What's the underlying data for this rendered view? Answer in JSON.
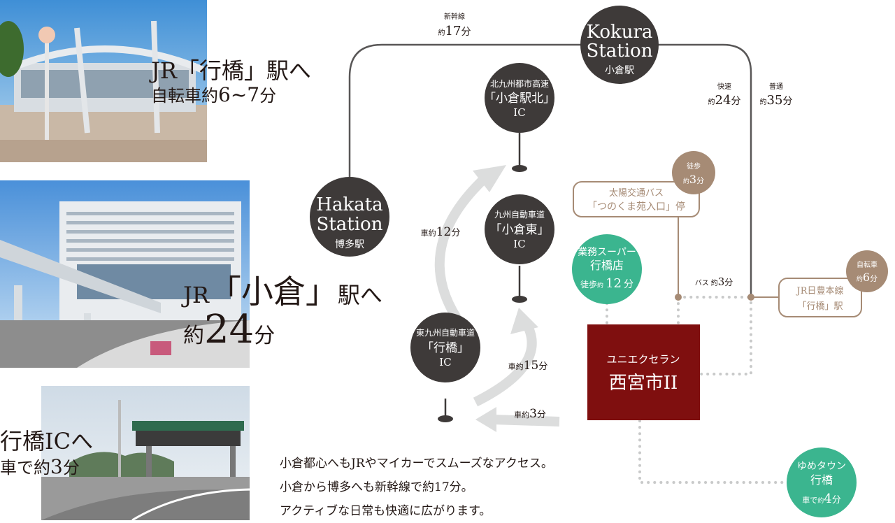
{
  "photos": {
    "gyoashi_station": {
      "line1": "JR「行橋」駅へ",
      "line2_prefix": "自転車約",
      "line2_value": "6~7",
      "line2_unit": "分"
    },
    "kokura_station": {
      "line1_pre": "JR",
      "line1_name": "「小倉」",
      "line1_post": "駅へ",
      "line2_prefix": "約",
      "line2_value": "24",
      "line2_unit": "分"
    },
    "gyoashi_ic": {
      "line1": "行橋ICへ",
      "line2_prefix": "車で約",
      "line2_value": "3",
      "line2_unit": "分"
    }
  },
  "nodes": {
    "kokura": {
      "en1": "Kokura",
      "en2": "Station",
      "ja": "小倉駅"
    },
    "hakata": {
      "en1": "Hakata",
      "en2": "Station",
      "ja": "博多駅"
    },
    "kokura_kita_ic": {
      "line1": "北九州都市高速",
      "line2": "「小倉駅北」",
      "line3": "IC"
    },
    "kokura_higashi_ic": {
      "line1": "九州自動車道",
      "line2": "「小倉東」",
      "line3": "IC"
    },
    "gyoashi_ic": {
      "line1": "東九州自動車道",
      "line2": "「行橋」",
      "line3": "IC"
    },
    "bus_stop": {
      "line1": "太陽交通バス",
      "line2": "「つのくま苑入口」停"
    },
    "bus_walk": {
      "label": "徒歩",
      "prefix": "約",
      "value": "3",
      "unit": "分"
    },
    "supermarket": {
      "line1": "業務スーパー",
      "line2": "行橋店",
      "walk_label": "徒歩",
      "walk_prefix": "約",
      "walk_value": "12",
      "walk_unit": "分"
    },
    "jr_station": {
      "line1": "JR日豊本線",
      "line2": "「行橋」駅"
    },
    "bike_badge": {
      "label": "自転車",
      "prefix": "約",
      "value": "6",
      "unit": "分"
    },
    "property": {
      "line1": "ユニエクセラン",
      "line2": "西宮市II"
    },
    "youme": {
      "line1": "ゆめタウン",
      "line2": "行橋",
      "car_label": "車で",
      "car_prefix": "約",
      "car_value": "4",
      "car_unit": "分"
    }
  },
  "route_labels": {
    "shinkansen": {
      "label": "新幹線",
      "prefix": "約",
      "value": "17",
      "unit": "分"
    },
    "rapid": {
      "label": "快速",
      "prefix": "約",
      "value": "24",
      "unit": "分"
    },
    "local": {
      "label": "普通",
      "prefix": "約",
      "value": "35",
      "unit": "分"
    },
    "bus": {
      "label": "バス",
      "prefix": "約",
      "value": "3",
      "unit": "分"
    },
    "car12": {
      "label": "車約",
      "value": "12",
      "unit": "分"
    },
    "car15": {
      "label": "車約",
      "value": "15",
      "unit": "分"
    },
    "car3": {
      "label": "車約",
      "value": "3",
      "unit": "分"
    }
  },
  "description": [
    "小倉都心へもJRやマイカーでスムーズなアクセス。",
    "小倉から博多へも新幹線で約17分。",
    "アクティブな日常も快適に広がります。"
  ],
  "colors": {
    "dark": "#3e3a39",
    "route_line": "#595757",
    "brown": "#a68b75",
    "green": "#3bb58f",
    "property": "#7f0f0f",
    "dotted": "#c9caca",
    "arrow": "#dcdddd"
  }
}
